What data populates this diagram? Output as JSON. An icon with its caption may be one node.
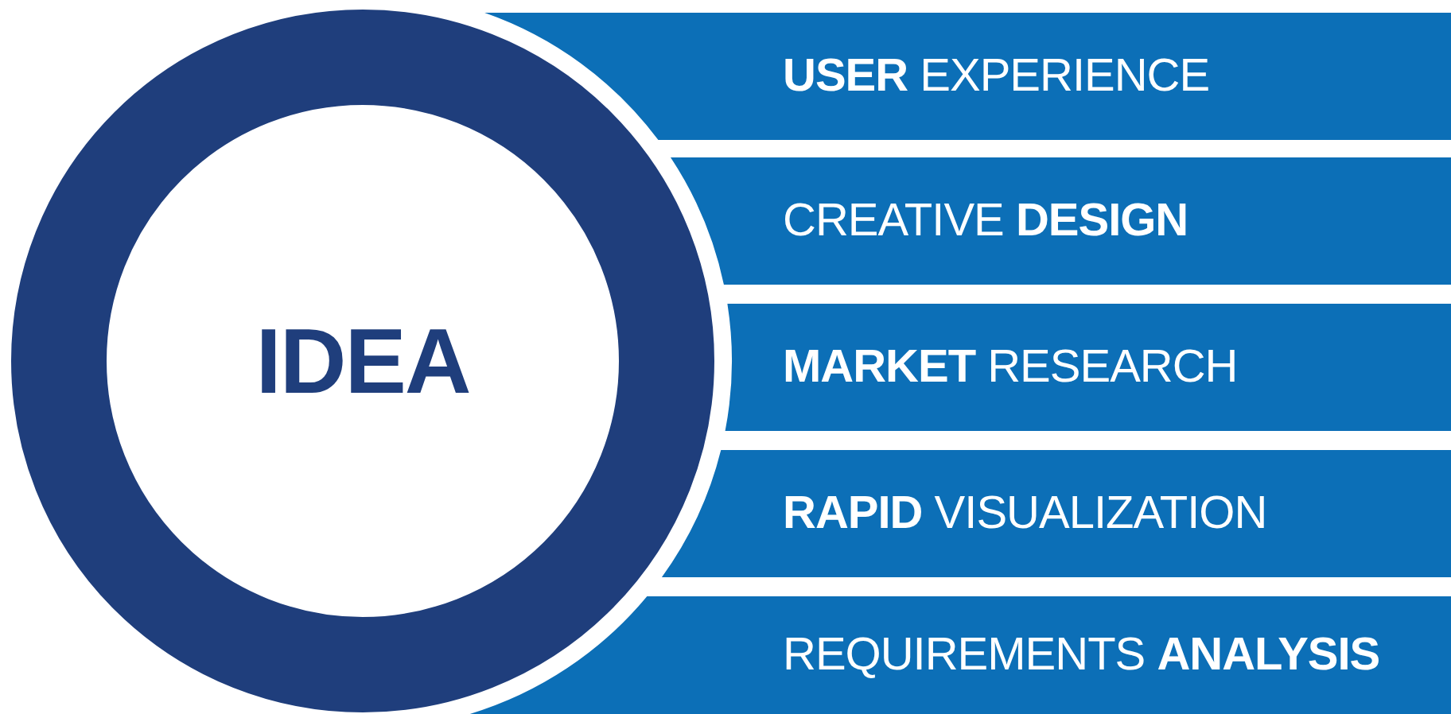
{
  "diagram": {
    "nodes": [
      {
        "text": [
          "IDEA"
        ]
      },
      {
        "text": [
          "**USER** EXPERIENCE"
        ]
      },
      {
        "text": [
          "CREATIVE **DESIGN**"
        ]
      },
      {
        "text": [
          "**MARKET** RESEARCH"
        ]
      },
      {
        "text": [
          "**RAPID** VISUALIZATION"
        ]
      },
      {
        "text": [
          "REQUIREMENTS **ANALYSIS**"
        ]
      }
    ]
  }
}
